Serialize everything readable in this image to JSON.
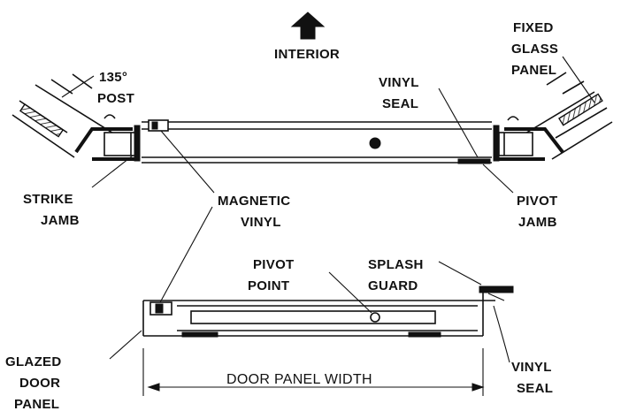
{
  "labels": {
    "interior": "INTERIOR",
    "post_line1": "135°",
    "post_line2": "POST",
    "vinyl_seal_top_line1": "VINYL",
    "vinyl_seal_top_line2": "SEAL",
    "fixed_glass_line1": "FIXED",
    "fixed_glass_line2": "GLASS",
    "fixed_glass_line3": "PANEL",
    "strike_jamb_line1": "STRIKE",
    "strike_jamb_line2": "JAMB",
    "magnetic_vinyl_line1": "MAGNETIC",
    "magnetic_vinyl_line2": "VINYL",
    "pivot_jamb_line1": "PIVOT",
    "pivot_jamb_line2": "JAMB",
    "pivot_point_line1": "PIVOT",
    "pivot_point_line2": "POINT",
    "splash_guard_line1": "SPLASH",
    "splash_guard_line2": "GUARD",
    "glazed_door_line1": "GLAZED",
    "glazed_door_line2": "DOOR",
    "glazed_door_line3": "PANEL",
    "door_panel_width": "DOOR PANEL WIDTH",
    "vinyl_seal_bottom_line1": "VINYL",
    "vinyl_seal_bottom_line2": "SEAL"
  }
}
